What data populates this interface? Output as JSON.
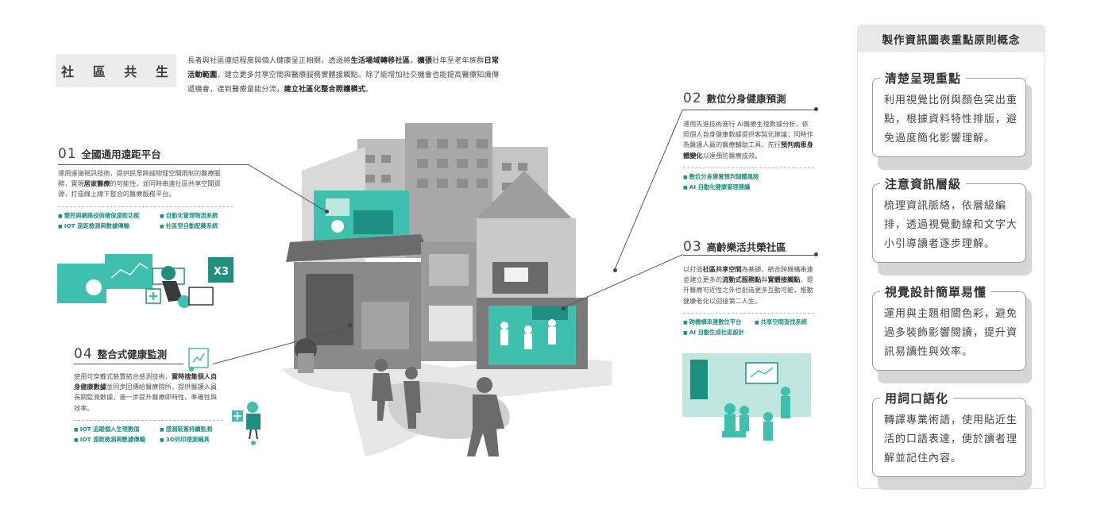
{
  "header": {
    "title": "社 區 共 生",
    "intro_parts": [
      {
        "t": "長者與社區連結程度與個人健康呈正相關，透過將"
      },
      {
        "t": "生活場域轉移社區",
        "b": true
      },
      {
        "t": "，"
      },
      {
        "t": "擴張",
        "b": true
      },
      {
        "t": "壯年至老年族群"
      },
      {
        "t": "日常活動範圍",
        "b": true
      },
      {
        "t": "，建立更多共享空間與醫療服務實體接觸點。除了能增加社交機會也能提高醫療知識傳遞機會，達到醫療量能分流，"
      },
      {
        "t": "建立社區化整合照護模式",
        "b": true
      },
      {
        "t": "。"
      }
    ]
  },
  "sections": [
    {
      "num": "01",
      "title": "全國通用遠距平台",
      "body": [
        {
          "t": "運用遠端視訊技術，提供民眾跨越物理空間限制的醫療服務，實現"
        },
        {
          "t": "居家醫療",
          "b": true
        },
        {
          "t": "的可能性，並同時串連社區共享空間資源，打造線上線下整合的醫療服務平台。"
        }
      ],
      "bullets": [
        "雙控與網路技術確保遠距功能",
        "自動化管理物流系統",
        "IOT 遠距檢測與數據傳輸",
        "社區型自動配藥系統"
      ]
    },
    {
      "num": "02",
      "title": "數位分身健康預測",
      "body": [
        {
          "t": "運用先進技術進行 AI醫療生理數據分析，依照個人自身健康數據提供客製化建議；同時作為醫護人員的醫療輔助工具，先行"
        },
        {
          "t": "預判病患身體變化",
          "b": true
        },
        {
          "t": "以達預防醫療成效。"
        }
      ],
      "bullets": [
        "數位分身建置預判個體風險",
        "AI 自動化健康管理建議"
      ]
    },
    {
      "num": "03",
      "title": "高齡樂活共榮社區",
      "body": [
        {
          "t": "以打造"
        },
        {
          "t": "社區共享空間",
          "b": true
        },
        {
          "t": "為基礎，結合跨機構串連並建立更多的"
        },
        {
          "t": "流動式服務點",
          "b": true
        },
        {
          "t": "與"
        },
        {
          "t": "實體接觸點",
          "b": true
        },
        {
          "t": "，提升醫療可近性之外也創造更多互動可能，推動健康老化以迎接第二人生。"
        }
      ],
      "bullets": [
        "跨機構串連數位平台",
        "共享空間查找系統",
        "AI 自動生成社區設計"
      ]
    },
    {
      "num": "04",
      "title": "整合式健康監測",
      "body": [
        {
          "t": "使用可穿戴式裝置結合感測技術，"
        },
        {
          "t": "實時搜集個人自身健康數據",
          "b": true
        },
        {
          "t": "並同步回傳給醫療院所，提供醫護人員長期監測數據，進一步提升醫療即時性、準確性與效率。"
        }
      ],
      "bullets": [
        "IOT 追蹤個人生理數值",
        "感測裝置持續監測",
        "IOT 遠距檢測與數據傳輸",
        "3D列印感測輔具"
      ]
    }
  ],
  "panel": {
    "title": "製作資訊圖表重點原則概念",
    "cards": [
      {
        "title": "清楚呈現重點",
        "text": "利用視覺比例與顏色突出重點，根據資料特性排版，避免過度簡化影響理解。"
      },
      {
        "title": "注意資訊層級",
        "text": "梳理資訊脈絡，依層級編排，透過視覺動線和文字大小引導讀者逐步理解。"
      },
      {
        "title": "視覺設計簡單易懂",
        "text": "運用與主題相關色彩，避免過多裝飾影響閱讀，提升資訊易讀性與效率。"
      },
      {
        "title": "用詞口語化",
        "text": "轉譯專業術語，使用貼近生活的口語表達，便於讀者理解並記住內容。"
      }
    ]
  },
  "illustration": {
    "icon_text": "X3"
  },
  "colors": {
    "accent": "#3fbfad",
    "accent_dark": "#1f8f82",
    "accent_light": "#bfe6df",
    "gray_dark": "#6b6b6b",
    "gray_mid": "#9a9a9a",
    "gray_light": "#d4d4d4"
  }
}
